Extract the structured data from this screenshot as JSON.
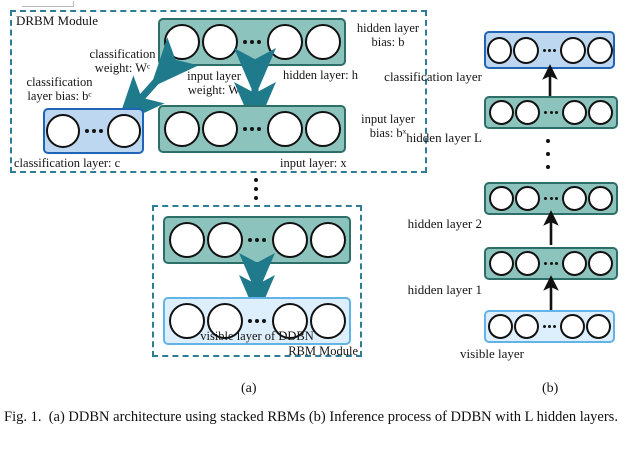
{
  "figure": {
    "caption_prefix": "Fig. 1.",
    "caption_text": "(a) DDBN architecture using stacked RBMs (b) Inference process of DDBN with L hidden layers.",
    "panel_a_label": "(a)",
    "panel_b_label": "(b)"
  },
  "panel_a": {
    "drbm_module_label": "DRBM Module",
    "rbm_module_label": "RBM Module",
    "hidden_layer": {
      "bias_label": "hidden layer\nbias: b",
      "name_label": "hidden layer: h",
      "nodes": 4,
      "fill": "#8cc3bc",
      "border": "#2d6f68"
    },
    "input_layer": {
      "bias_label": "input layer\nbias: bˣ",
      "name_label": "input layer: x",
      "nodes": 4,
      "fill": "#8cc3bc",
      "border": "#2d6f68"
    },
    "classification_layer": {
      "bias_label": "classification\nlayer bias: bᶜ",
      "name_label": "classification layer: c",
      "nodes": 2,
      "fill": "#bdd7f0",
      "border": "#1f64b5"
    },
    "classification_weight_label": "classification\nweight: Wᶜ",
    "input_weight_label": "input layer\nweight: W",
    "rbm_hidden_layer": {
      "nodes": 4,
      "fill": "#8cc3bc",
      "border": "#2d6f68"
    },
    "rbm_visible_layer": {
      "name_label": "visible layer of DDBN",
      "nodes": 4,
      "fill": "#ddeefc",
      "border": "#63b2e8"
    }
  },
  "panel_b": {
    "layers": [
      {
        "label": "classification layer",
        "nodes": 4,
        "fill": "#bdd7f0",
        "border": "#1f64b5"
      },
      {
        "label": "hidden layer L",
        "nodes": 4,
        "fill": "#8cc3bc",
        "border": "#2d6f68"
      },
      {
        "label": "hidden layer 2",
        "nodes": 4,
        "fill": "#8cc3bc",
        "border": "#2d6f68"
      },
      {
        "label": "hidden layer 1",
        "nodes": 4,
        "fill": "#8cc3bc",
        "border": "#2d6f68"
      },
      {
        "label": "visible layer",
        "nodes": 4,
        "fill": "#ddeefc",
        "border": "#63b2e8"
      }
    ]
  },
  "colors": {
    "teal_fill": "#8cc3bc",
    "teal_border": "#2d6f68",
    "blue_fill": "#bdd7f0",
    "blue_border": "#1f64b5",
    "lightblue_fill": "#ddeefc",
    "lightblue_border": "#63b2e8",
    "dashed_border": "#2e7d96",
    "arrow_teal": "#1f7a8c",
    "arrow_black": "#111111"
  }
}
